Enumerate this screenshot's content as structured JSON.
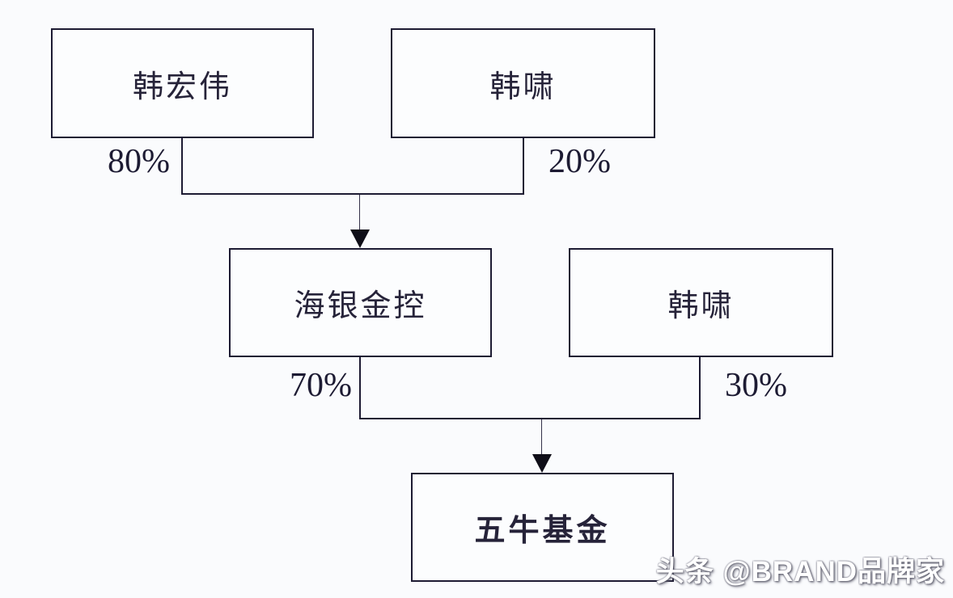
{
  "diagram": {
    "type": "equity-structure-flowchart",
    "nodes": [
      {
        "id": "han-hongwei",
        "label": "韩宏伟"
      },
      {
        "id": "han-xiao-top",
        "label": "韩啸"
      },
      {
        "id": "haiyin-jinkong",
        "label": "海银金控"
      },
      {
        "id": "han-xiao-mid",
        "label": "韩啸"
      },
      {
        "id": "wuniu-fund",
        "label": "五牛基金"
      }
    ],
    "edges": [
      {
        "from": "韩宏伟",
        "to": "海银金控",
        "label": "80%"
      },
      {
        "from": "韩啸",
        "to": "海银金控",
        "label": "20%"
      },
      {
        "from": "海银金控",
        "to": "五牛基金",
        "label": "70%"
      },
      {
        "from": "韩啸",
        "to": "五牛基金",
        "label": "30%"
      }
    ]
  },
  "watermark": {
    "text": "头条 @BRAND品牌家"
  },
  "colors": {
    "background": "#fafbfd",
    "box_fill": "#fcfdfe",
    "line": "#1d1b33",
    "text": "#262339",
    "arrowhead": "#0f0e18",
    "watermark_fill": "#ffffff"
  }
}
